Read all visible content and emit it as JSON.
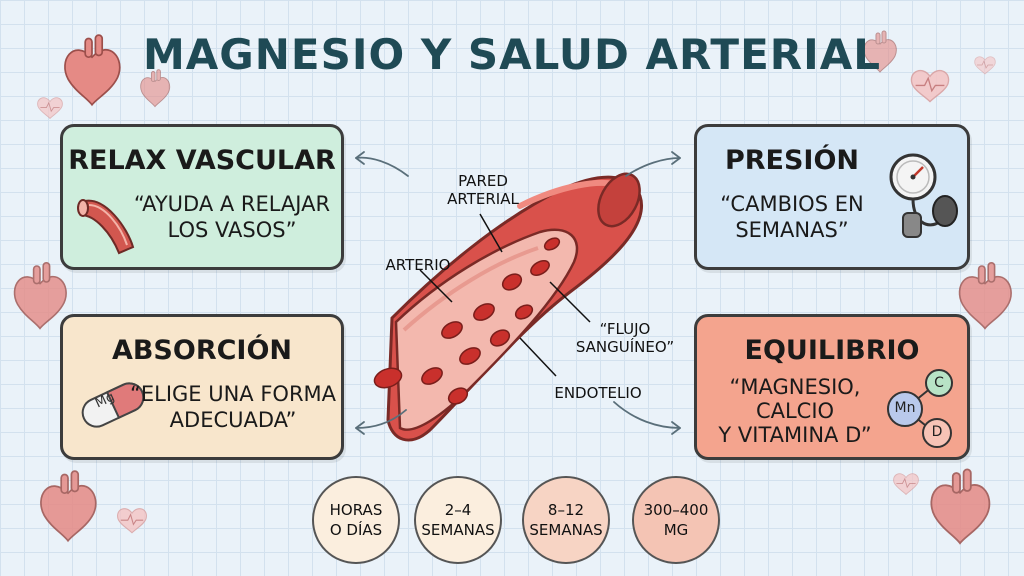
{
  "title": "MAGNESIO Y SALUD ARTERIAL",
  "cards": {
    "relax": {
      "title": "RELAX VASCULAR",
      "line1": "“AYUDA A RELAJAR",
      "line2": "LOS VASOS”"
    },
    "presion": {
      "title": "PRESIÓN",
      "line1": "“CAMBIOS EN",
      "line2": "SEMANAS”"
    },
    "absorcion": {
      "title": "ABSORCIÓN",
      "line1": "“ELIGE UNA FORMA",
      "line2": "ADECUADA”",
      "pill_label": "Mg"
    },
    "equilibrio": {
      "title": "EQUILIBRIO",
      "line1": "“MAGNESIO,",
      "line2": "CALCIO",
      "line3": "Y VITAMINA D”",
      "molecule": [
        "Mn",
        "C",
        "D"
      ]
    }
  },
  "labels": {
    "pared1": "PARED",
    "pared2": "ARTERIAL",
    "arterio": "ARTERIO",
    "flujo1": "“FLUJO",
    "flujo2": "SANGUÍNEO”",
    "endotelio": "ENDOTELIO"
  },
  "timeline": [
    {
      "line1": "HORAS",
      "line2": "O DÍAS",
      "color": "#fbeede"
    },
    {
      "line1": "2–4",
      "line2": "SEMANAS",
      "color": "#fbeede"
    },
    {
      "line1": "8–12",
      "line2": "SEMANAS",
      "color": "#f7d4c4"
    },
    {
      "line1": "300–400",
      "line2": "MG",
      "color": "#f4c4b4"
    }
  ],
  "colors": {
    "title": "#1f4a55",
    "artery": "#d9514b",
    "cell": "#c9302c",
    "mint": "#cfeedd",
    "sky": "#d5e7f6",
    "sand": "#f8e6cc",
    "coral": "#f4a48e"
  }
}
